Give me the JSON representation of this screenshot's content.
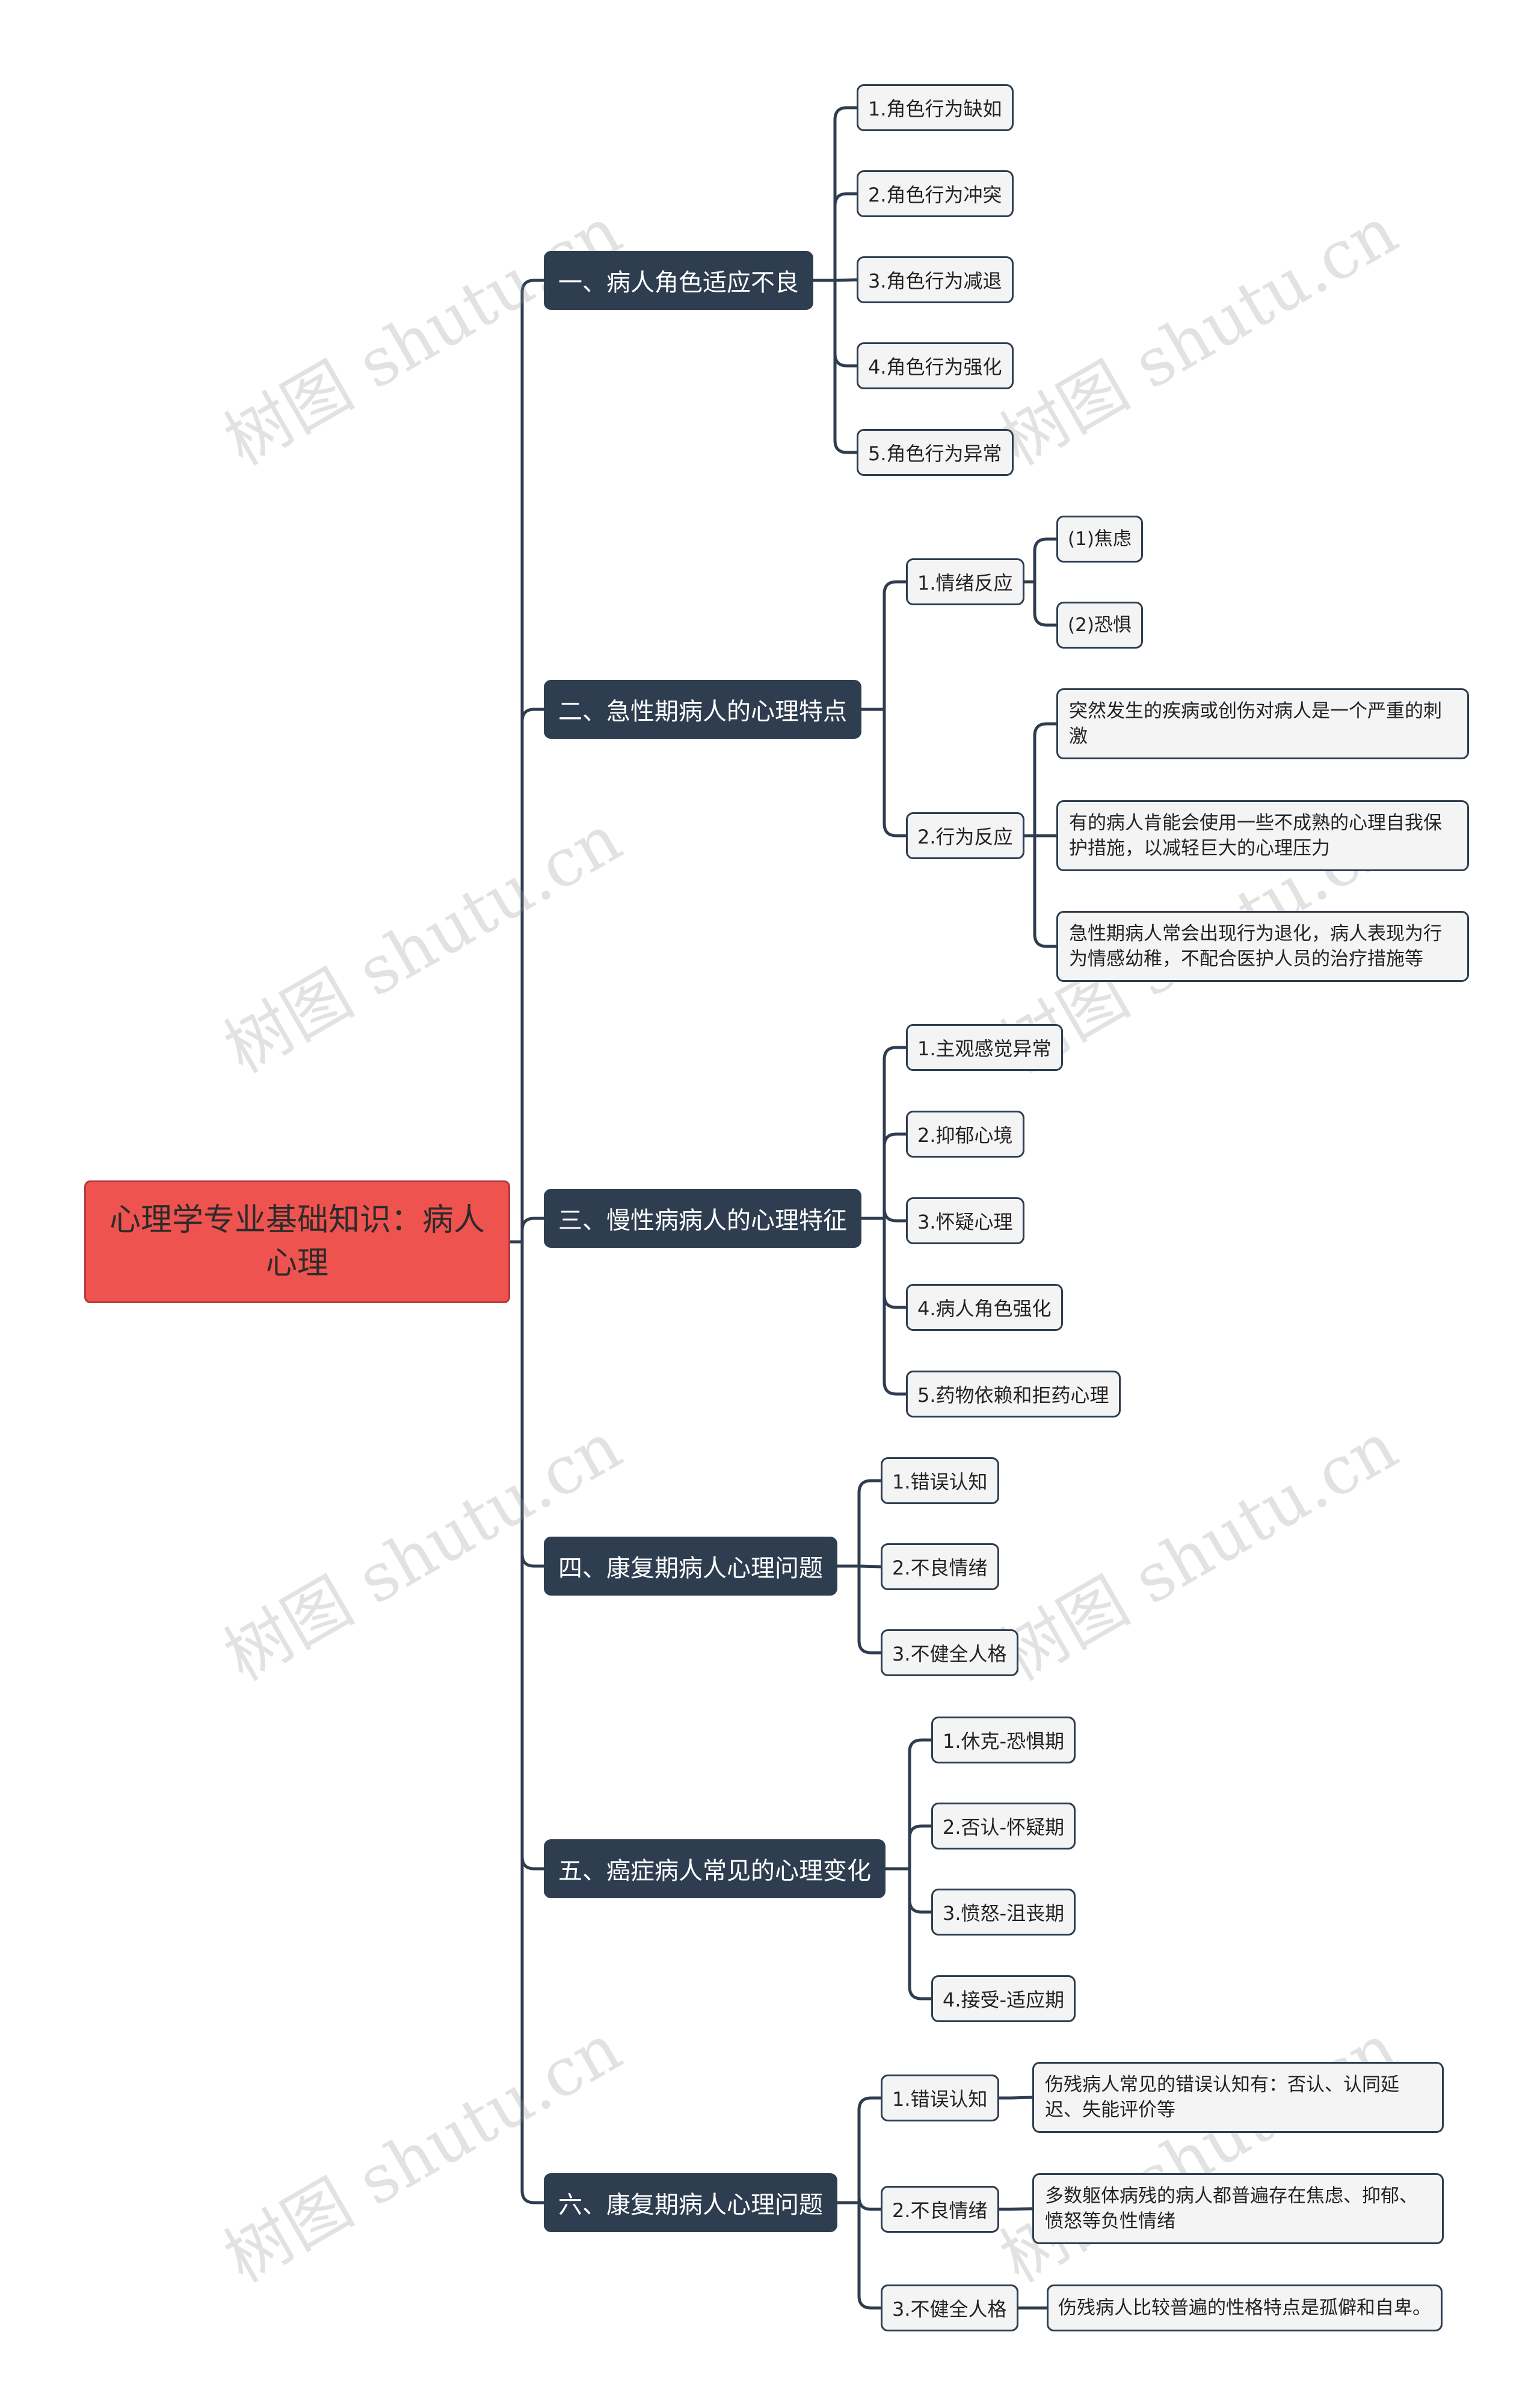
{
  "root": {
    "title": "心理学专业基础知识：病人心理"
  },
  "branches": [
    {
      "label": "一、病人角色适应不良",
      "children": [
        "1.角色行为缺如",
        "2.角色行为冲突",
        "3.角色行为减退",
        "4.角色行为强化",
        "5.角色行为异常"
      ]
    },
    {
      "label": "二、急性期病人的心理特点",
      "children": [
        {
          "label": "1.情绪反应",
          "children": [
            "(1)焦虑",
            "(2)恐惧"
          ]
        },
        {
          "label": "2.行为反应",
          "children": [
            "突然发生的疾病或创伤对病人是一个严重的刺激",
            "有的病人肯能会使用一些不成熟的心理自我保护措施，以减轻巨大的心理压力",
            "急性期病人常会出现行为退化，病人表现为行为情感幼稚，不配合医护人员的治疗措施等"
          ]
        }
      ]
    },
    {
      "label": "三、慢性病病人的心理特征",
      "children": [
        "1.主观感觉异常",
        "2.抑郁心境",
        "3.怀疑心理",
        "4.病人角色强化",
        "5.药物依赖和拒药心理"
      ]
    },
    {
      "label": "四、康复期病人心理问题",
      "children": [
        "1.错误认知",
        "2.不良情绪",
        "3.不健全人格"
      ]
    },
    {
      "label": "五、癌症病人常见的心理变化",
      "children": [
        "1.休克-恐惧期",
        "2.否认-怀疑期",
        "3.愤怒-沮丧期",
        "4.接受-适应期"
      ]
    },
    {
      "label": "六、康复期病人心理问题",
      "children": [
        {
          "label": "1.错误认知",
          "children": [
            "伤残病人常见的错误认知有：否认、认同延迟、失能评价等"
          ]
        },
        {
          "label": "2.不良情绪",
          "children": [
            "多数躯体病残的病人都普遍存在焦虑、抑郁、愤怒等负性情绪"
          ]
        },
        {
          "label": "3.不健全人格",
          "children": [
            "伤残病人比较普遍的性格特点是孤僻和自卑。"
          ]
        }
      ]
    }
  ],
  "watermark": "树图 shutu.cn"
}
